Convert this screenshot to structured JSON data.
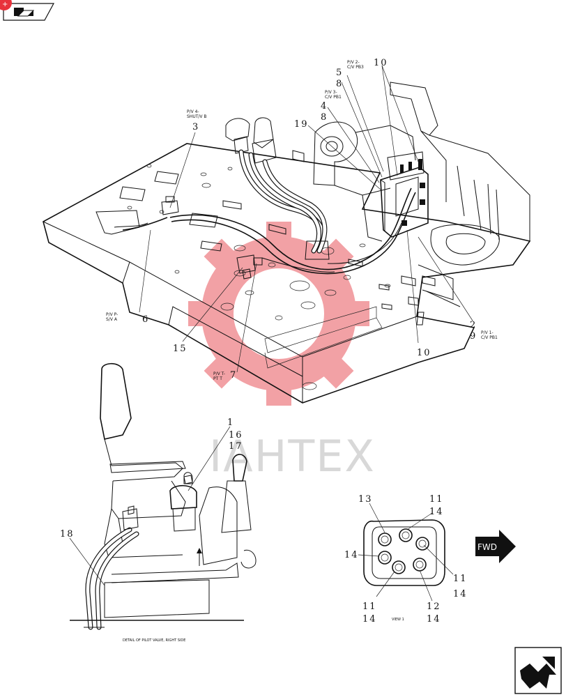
{
  "watermark": {
    "text": "IAHTEX",
    "color": "#e8323c"
  },
  "badge": {
    "glyph": "+"
  },
  "callouts": {
    "c1": "1",
    "c2": "2",
    "c3": "3",
    "c4": "4",
    "c5": "5",
    "c6": "6",
    "c7": "7",
    "c8a": "8",
    "c8b": "8",
    "c9": "9",
    "c10a": "10",
    "c10b": "10",
    "c11a": "11",
    "c11b": "11",
    "c11c": "11",
    "c12": "12",
    "c13": "13",
    "c14a": "14",
    "c14b": "14",
    "c14c": "14",
    "c14d": "14",
    "c14e": "14",
    "c15": "15",
    "c16": "16",
    "c17": "17",
    "c18": "18",
    "c19": "19"
  },
  "port_labels": {
    "pv2_line1": "P/V 2-",
    "pv2_line2": "C/V PB3",
    "pv3_line1": "P/V 3-",
    "pv3_line2": "C/V PB1",
    "pv4_line1": "P/V 4-",
    "pv4_line2": "SHUT/V B",
    "pvp_line1": "P/V P-",
    "pvp_line2": "S/V A",
    "pvt_line1": "P/V T-",
    "pvt_line2": "PT T",
    "pv1_line1": "P/V 1-",
    "pv1_line2": "C/V PB1"
  },
  "captions": {
    "detail": "DETAIL OF PILOT VALVE, RIGHT SIDE",
    "view": "VIEW 1"
  },
  "fwd": {
    "label": "FWD"
  }
}
